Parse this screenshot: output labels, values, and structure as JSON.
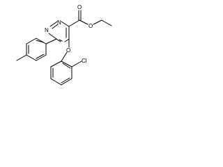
{
  "molecule": {
    "atom_labels": {
      "n_upper": "N",
      "n_lower": "N",
      "o_carbonyl": "O",
      "o_ester": "O",
      "o_ether": "O",
      "cl": "Cl"
    },
    "colors": {
      "bond": "#000000",
      "label": "#000000",
      "background": "#ffffff"
    }
  }
}
